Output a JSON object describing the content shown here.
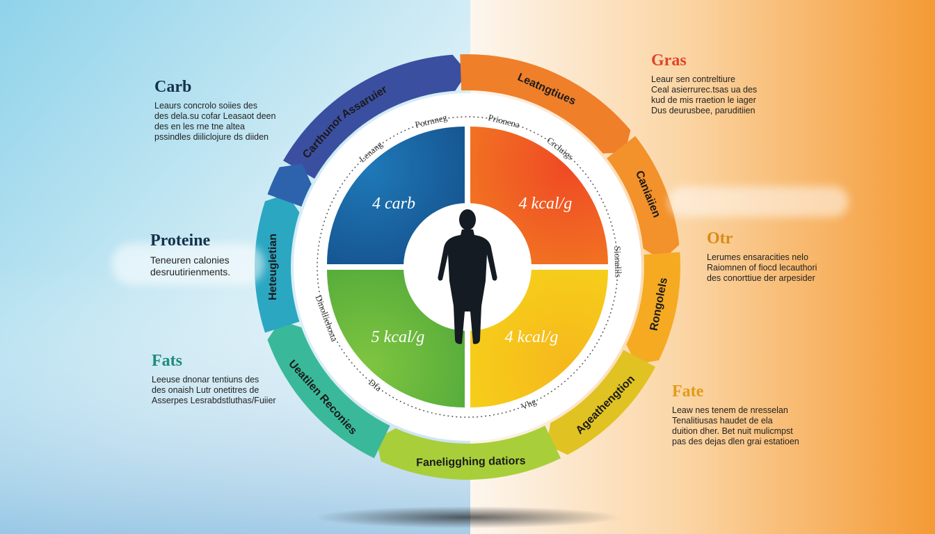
{
  "colors": {
    "bg_left": "#7fcbe6",
    "bg_right": "#f6a13a",
    "seg_navy": "#3a4ea0",
    "seg_blue": "#2c6db4",
    "seg_teal": "#2aa4c0",
    "seg_green_teal": "#3ab88a",
    "seg_green": "#7cc544",
    "seg_yellow_green": "#c9d62c",
    "seg_yellow": "#f5b81e",
    "seg_orange": "#f08a2a",
    "seg_red_orange": "#ee6a2c",
    "q_blue": "#1e6aa8",
    "q_red": "#ef4f26",
    "q_green": "#6fbd3d",
    "q_yellow": "#f6c517",
    "figure": "#141b22"
  },
  "left_panels": [
    {
      "title": "Carb",
      "title_color": "#14324a",
      "text": "Leaurs concrolo soiies des\ndes dela.su cofar Leasaot deen\ndes en les rne tne altea\npssindles diiliclojure ds diiden"
    },
    {
      "title": "Proteine",
      "title_color": "#14324a",
      "text": "Teneuren calonies\ndesruutirienments."
    },
    {
      "title": "Fats",
      "title_color": "#1e8a7a",
      "text": "Leeuse dnonar tentiuns des\ndes onaish Lutr onetitres de\nAsserpes Lesrabdstluthas/Fuiier"
    }
  ],
  "right_panels": [
    {
      "title": "Gras",
      "title_color": "#e0442a",
      "text": "Leaur sen contreltiure\nCeal asierrurec.tsas ua des\nkud de mis rraetion le iager\nDus deurusbee, paruditiien"
    },
    {
      "title": "Otr",
      "title_color": "#d98a16",
      "text": "Lerumes ensaracities nelo\nRaiomnen of  fiocd lecauthori\ndes conorttiue der arpesider"
    },
    {
      "title": "Fate",
      "title_color": "#e39a18",
      "text": "Leaw nes tenem de nresselan\nTenalitiusas haudet de ela\nduition dher. Bet nuit mulicmpst\npas des dejas dlen grai estatioen"
    }
  ],
  "ring_labels": [
    "Assaruier",
    "Leatngtiues",
    "Caniaiien",
    "Rongolels",
    "Ageathengtion",
    "Faneligghing datiors",
    "Ueatilen Reconies",
    "Heteugletian",
    "Carthunor"
  ],
  "inner_arc_labels": [
    "Potrnneg",
    "Prionena",
    "Crcluigs",
    "Lenang",
    "Sionalils",
    "Dinolliehosta",
    "Dfa",
    "Vhg"
  ],
  "quadrants": [
    {
      "label": "4 carb"
    },
    {
      "label": "4 kcal/g"
    },
    {
      "label": "5 kcal/g"
    },
    {
      "label": "4 kcal/g"
    }
  ]
}
